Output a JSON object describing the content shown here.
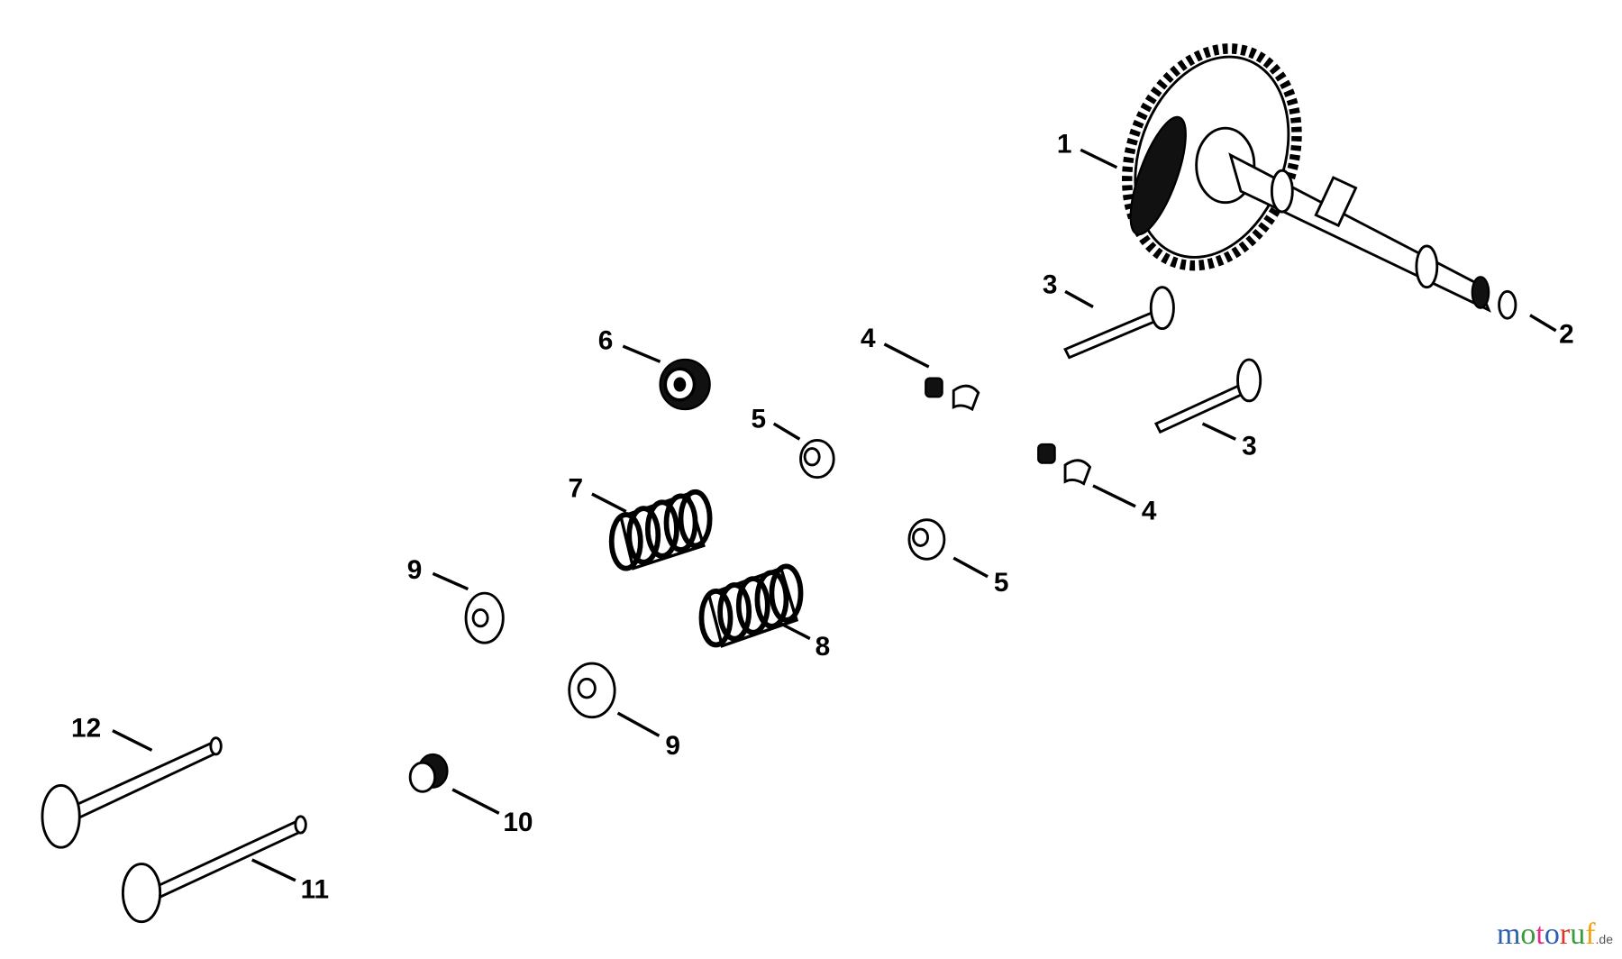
{
  "callouts": [
    {
      "id": "1",
      "text": "1"
    },
    {
      "id": "2",
      "text": "2"
    },
    {
      "id": "3a",
      "text": "3"
    },
    {
      "id": "3b",
      "text": "3"
    },
    {
      "id": "4a",
      "text": "4"
    },
    {
      "id": "4b",
      "text": "4"
    },
    {
      "id": "5a",
      "text": "5"
    },
    {
      "id": "5b",
      "text": "5"
    },
    {
      "id": "6",
      "text": "6"
    },
    {
      "id": "7",
      "text": "7"
    },
    {
      "id": "8",
      "text": "8"
    },
    {
      "id": "9a",
      "text": "9"
    },
    {
      "id": "9b",
      "text": "9"
    },
    {
      "id": "10",
      "text": "10"
    },
    {
      "id": "11",
      "text": "11"
    },
    {
      "id": "12",
      "text": "12"
    }
  ],
  "watermark": {
    "letters": [
      "m",
      "o",
      "t",
      "o",
      "r",
      "u",
      "f"
    ],
    "colors": [
      "#2c5fb0",
      "#3a9a3a",
      "#e0308a",
      "#2c5fb0",
      "#d8362a",
      "#3a9a3a",
      "#f0a010"
    ],
    "suffix": ".de"
  }
}
